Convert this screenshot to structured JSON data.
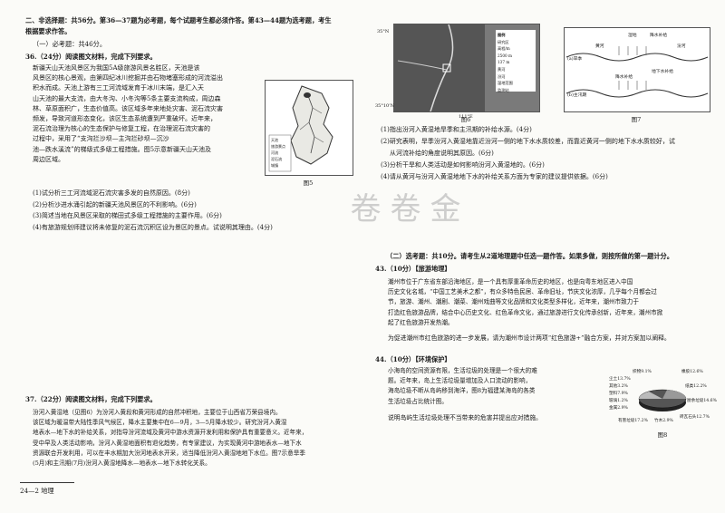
{
  "left": {
    "section2_head": "二、非选择题：共56分。第36—37题为必考题，每个试题考生都必须作答。第43—44题为选考题，考生",
    "section2_head2": "根据要求作答。",
    "required_head": "（一）必考题：共46分。",
    "q36_head": "36.（24分）阅读图文材料，完成下列要求。",
    "q36_para": [
      "新疆天山天池风景区为我国5A级旅游风景名胜区，天池是该",
      "风景区的核心景观，由第四纪冰川挖掘并由石物堵塞形成的河流溢出",
      "积水而成。天池上游有三工河流域发育于冰川末端，是汇入天",
      "山天池的最大支流，由大冬沟、小冬沟等5条主要支流构成，周边森",
      "林、草原面积广，生态价值高。该区域多年来地处灾害、泥石流灾害",
      "频发，导致河道形态变化，该区生态系统遭到严重破坏。近年来，",
      "泥石流治理为核心的生态保护与修复工程，在治理泥石流灾害的",
      "过程中，采用了“支沟拦沙坝—主沟拦砂坝—沉沙",
      "池—跌水溪流”的梯级式多级工程措施。图5示意新疆天山天池及",
      "周边区域。"
    ],
    "fig5_caption": "图5",
    "fig5_legend": [
      "天池",
      "旅游景点",
      "河流",
      "泥石流",
      "城镇"
    ],
    "q36_items": [
      "(1)试分析三工河流域泥石流灾害多发的自然原因。(8分)",
      "(2)分析沙进水涌引起的新疆天池风景区的不利影响。(6分)",
      "(3)简述当地在风景区采取的梯田式多级工程措施的主要作用。(6分)",
      "(4)有旅游规划师建议将未修复的泥石流沉积区设为景区的景点。试说明其理由。(4分)"
    ],
    "q37_head": "37.（22分）阅读图文材料，完成下列要求。",
    "q37_para": [
      "汾河入黄湿地（见图6）为汾河入黄段和黄河形成的自然冲积地，主要位于山西省万荣县境内。",
      "该区域为暖温带大陆性季风气候区，降水主要集中在6—9月，3—5月降水较少。研究汾河入黄湿",
      "地表水—地下水的补给关系，对指导汾河流域及黄河中游水资源开发利用和保护具有重要意义。近年来，",
      "受中早及人类活动影响，汾河入黄湿地面积有退化趋势，有专家建议，为实现黄河中游地表水—地下水",
      "资源联合开发利用，可以在丰水期加大汾河地表水开采，适当降低汾河入黄湿地地下水位。图7示意旱季",
      "(5月)和主汛期(7月)汾河入黄湿地降水—地表水—地下水转化关系。"
    ],
    "footer": "24—2  地理"
  },
  "right": {
    "fig6_caption": "图6",
    "fig6_coord_top": "35°N",
    "fig6_coord_bottom": "35°10'N",
    "fig6_coord_lon": "111°E",
    "fig6_legend_title": "图例",
    "fig6_legend": [
      "研究区",
      "高程/m",
      "2500 m",
      "137 m",
      "黄河",
      "汾河",
      "湿地范围",
      "监测站"
    ],
    "fig7_caption": "图7",
    "fig7_labels": [
      "(a)旱季",
      "(b)主汛期",
      "黄河",
      "汾河",
      "湿地",
      "降水补给",
      "地下水补给",
      "降水补给"
    ],
    "q36b_items": [
      "(1)指出汾河入黄湿地旱季和主汛期的补给水源。(4分)",
      "(2)研究表明，旱季汾河入黄湿地靠近汾河一侧的地下水水质较差，而靠近黄河一侧的地下水水质较好，试",
      "从河流补给的角度说明其原因。(6分)",
      "(3)分析干旱和人类活动是如何影响汾河入黄湿地的。(6分)",
      "(4)请从黄河与汾河入黄湿地地下水的补给关系方面为专家的建议提供依据。(6分)"
    ],
    "watermark": "金卷卷",
    "elective_head": "（二）选考题：共10分。请考生从2道地理题中任选一题作答。如果多做，则按所做的第一题计分。",
    "q43_head": "43.（10分）【旅游地理】",
    "q43_para": [
      "潮州市位于广东省东部沿海地区，是一个具有厚重革命历史的地区，也是向粤东地区进入中国",
      "历史文化名城，“中国工艺美术之都”，有众多特色民居、革命旧址，节庆文化浓厚，几乎每个月都会过",
      "节，旅游、潮州、潮剧、潮菜、潮州戏曲等文化品牌和文化类型多样化，近年来，潮州市致力于",
      "打造红色旅游品牌，结合中心历史文化、红色革命文化，通过旅游进行文化传承创新，近年来，潮州市掀",
      "起了红色旅游开发热潮。"
    ],
    "q43_task": "为促进潮州市红色旅游的进一步发展，请为潮州市设计两项“红色旅游+”融合方案，并对方案加以阐释。",
    "q44_head": "44.（10分）【环境保护】",
    "q44_para": [
      "小海岛的空间资源有限，生活垃圾的处理是一个很大的难",
      "题。近年来，岛上生活垃圾量增加及人口流动的影响，",
      "海岛垃圾不断从岛屿移到海洋，图8为福建某海岛的各类",
      "生活垃圾占比统计图。"
    ],
    "q44_task": "说明岛屿生活垃圾处理不当带来的危害并提出应对措施。",
    "fig8_caption": "图8",
    "fig8_labels": [
      "织物9.1%",
      "橡胶12.6%",
      "尘土13.7%",
      "其他3.2%",
      "纸类12.2%",
      "塑料7.9%",
      "玻璃1.2%",
      "厨余垃圾14.6%",
      "金属2.9%",
      "砖瓦石头12.7%",
      "有害垃圾17.2%",
      "竹木2.9%"
    ]
  }
}
